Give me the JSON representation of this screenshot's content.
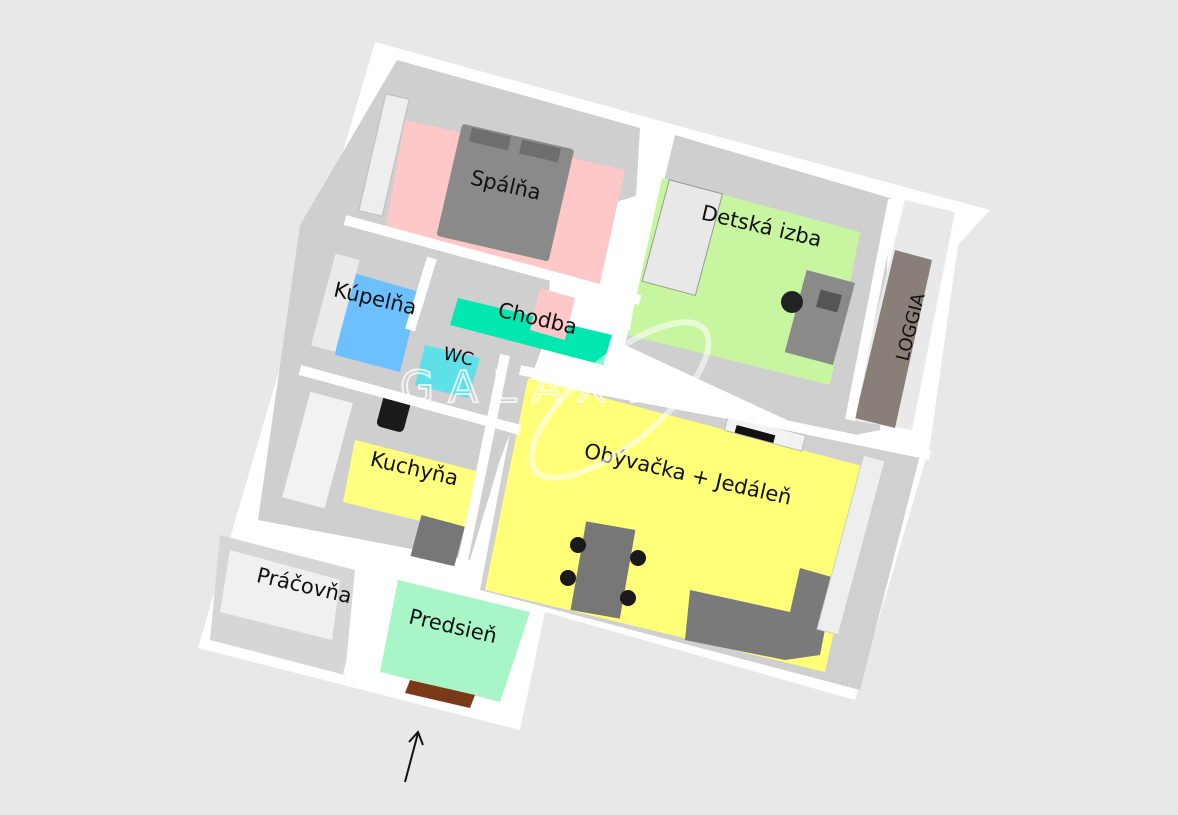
{
  "rooms": {
    "spalna": "Spálňa",
    "detska_izba": "Detská izba",
    "kupelna": "Kúpelňa",
    "chodba": "Chodba",
    "wc": "WC",
    "loggia": "LOGGIA",
    "kuchyna": "Kuchyňa",
    "obyvacka": "Obývačka + Jedáleň",
    "pracovna": "Práčovňa",
    "predsien": "Predsieň"
  },
  "watermark": {
    "brand": "GALAXY"
  },
  "colors": {
    "spalna": "#ffc8c8",
    "detska_izba": "#c8f5a0",
    "kupelna": "#6cc0ff",
    "chodba": "#00e8b0",
    "wc": "#5fe0e8",
    "kuchyna": "#ffff80",
    "obyvacka": "#ffff78",
    "predsien": "#a8f5c8",
    "loggia_floor": "#8a7f78",
    "wall": "#ffffff",
    "shadow": "#b8b8b8",
    "furniture": "#7a7a7a"
  },
  "icons": {
    "entrance": "entrance-arrow-icon"
  }
}
